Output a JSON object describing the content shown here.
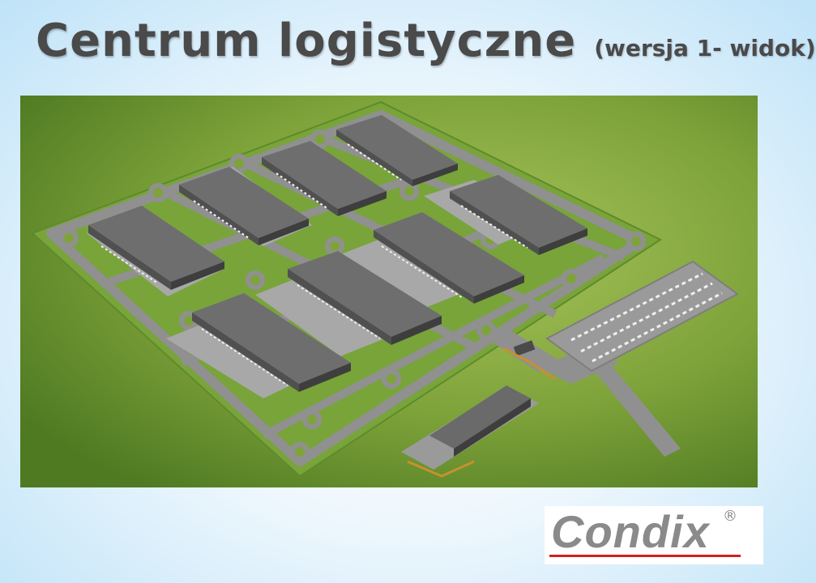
{
  "slide": {
    "title": "Centrum logistyczne",
    "subtitle": "(wersja 1- widok)"
  },
  "render": {
    "ground_color": "#6f9a2e",
    "road_color": "#8e8e8e",
    "roof_color": "#6e6e6e",
    "warehouse_count": 8
  },
  "logo": {
    "text": "Condix",
    "registered": "®",
    "text_color": "#8a8a8a",
    "accent_color": "#d21f1f"
  }
}
